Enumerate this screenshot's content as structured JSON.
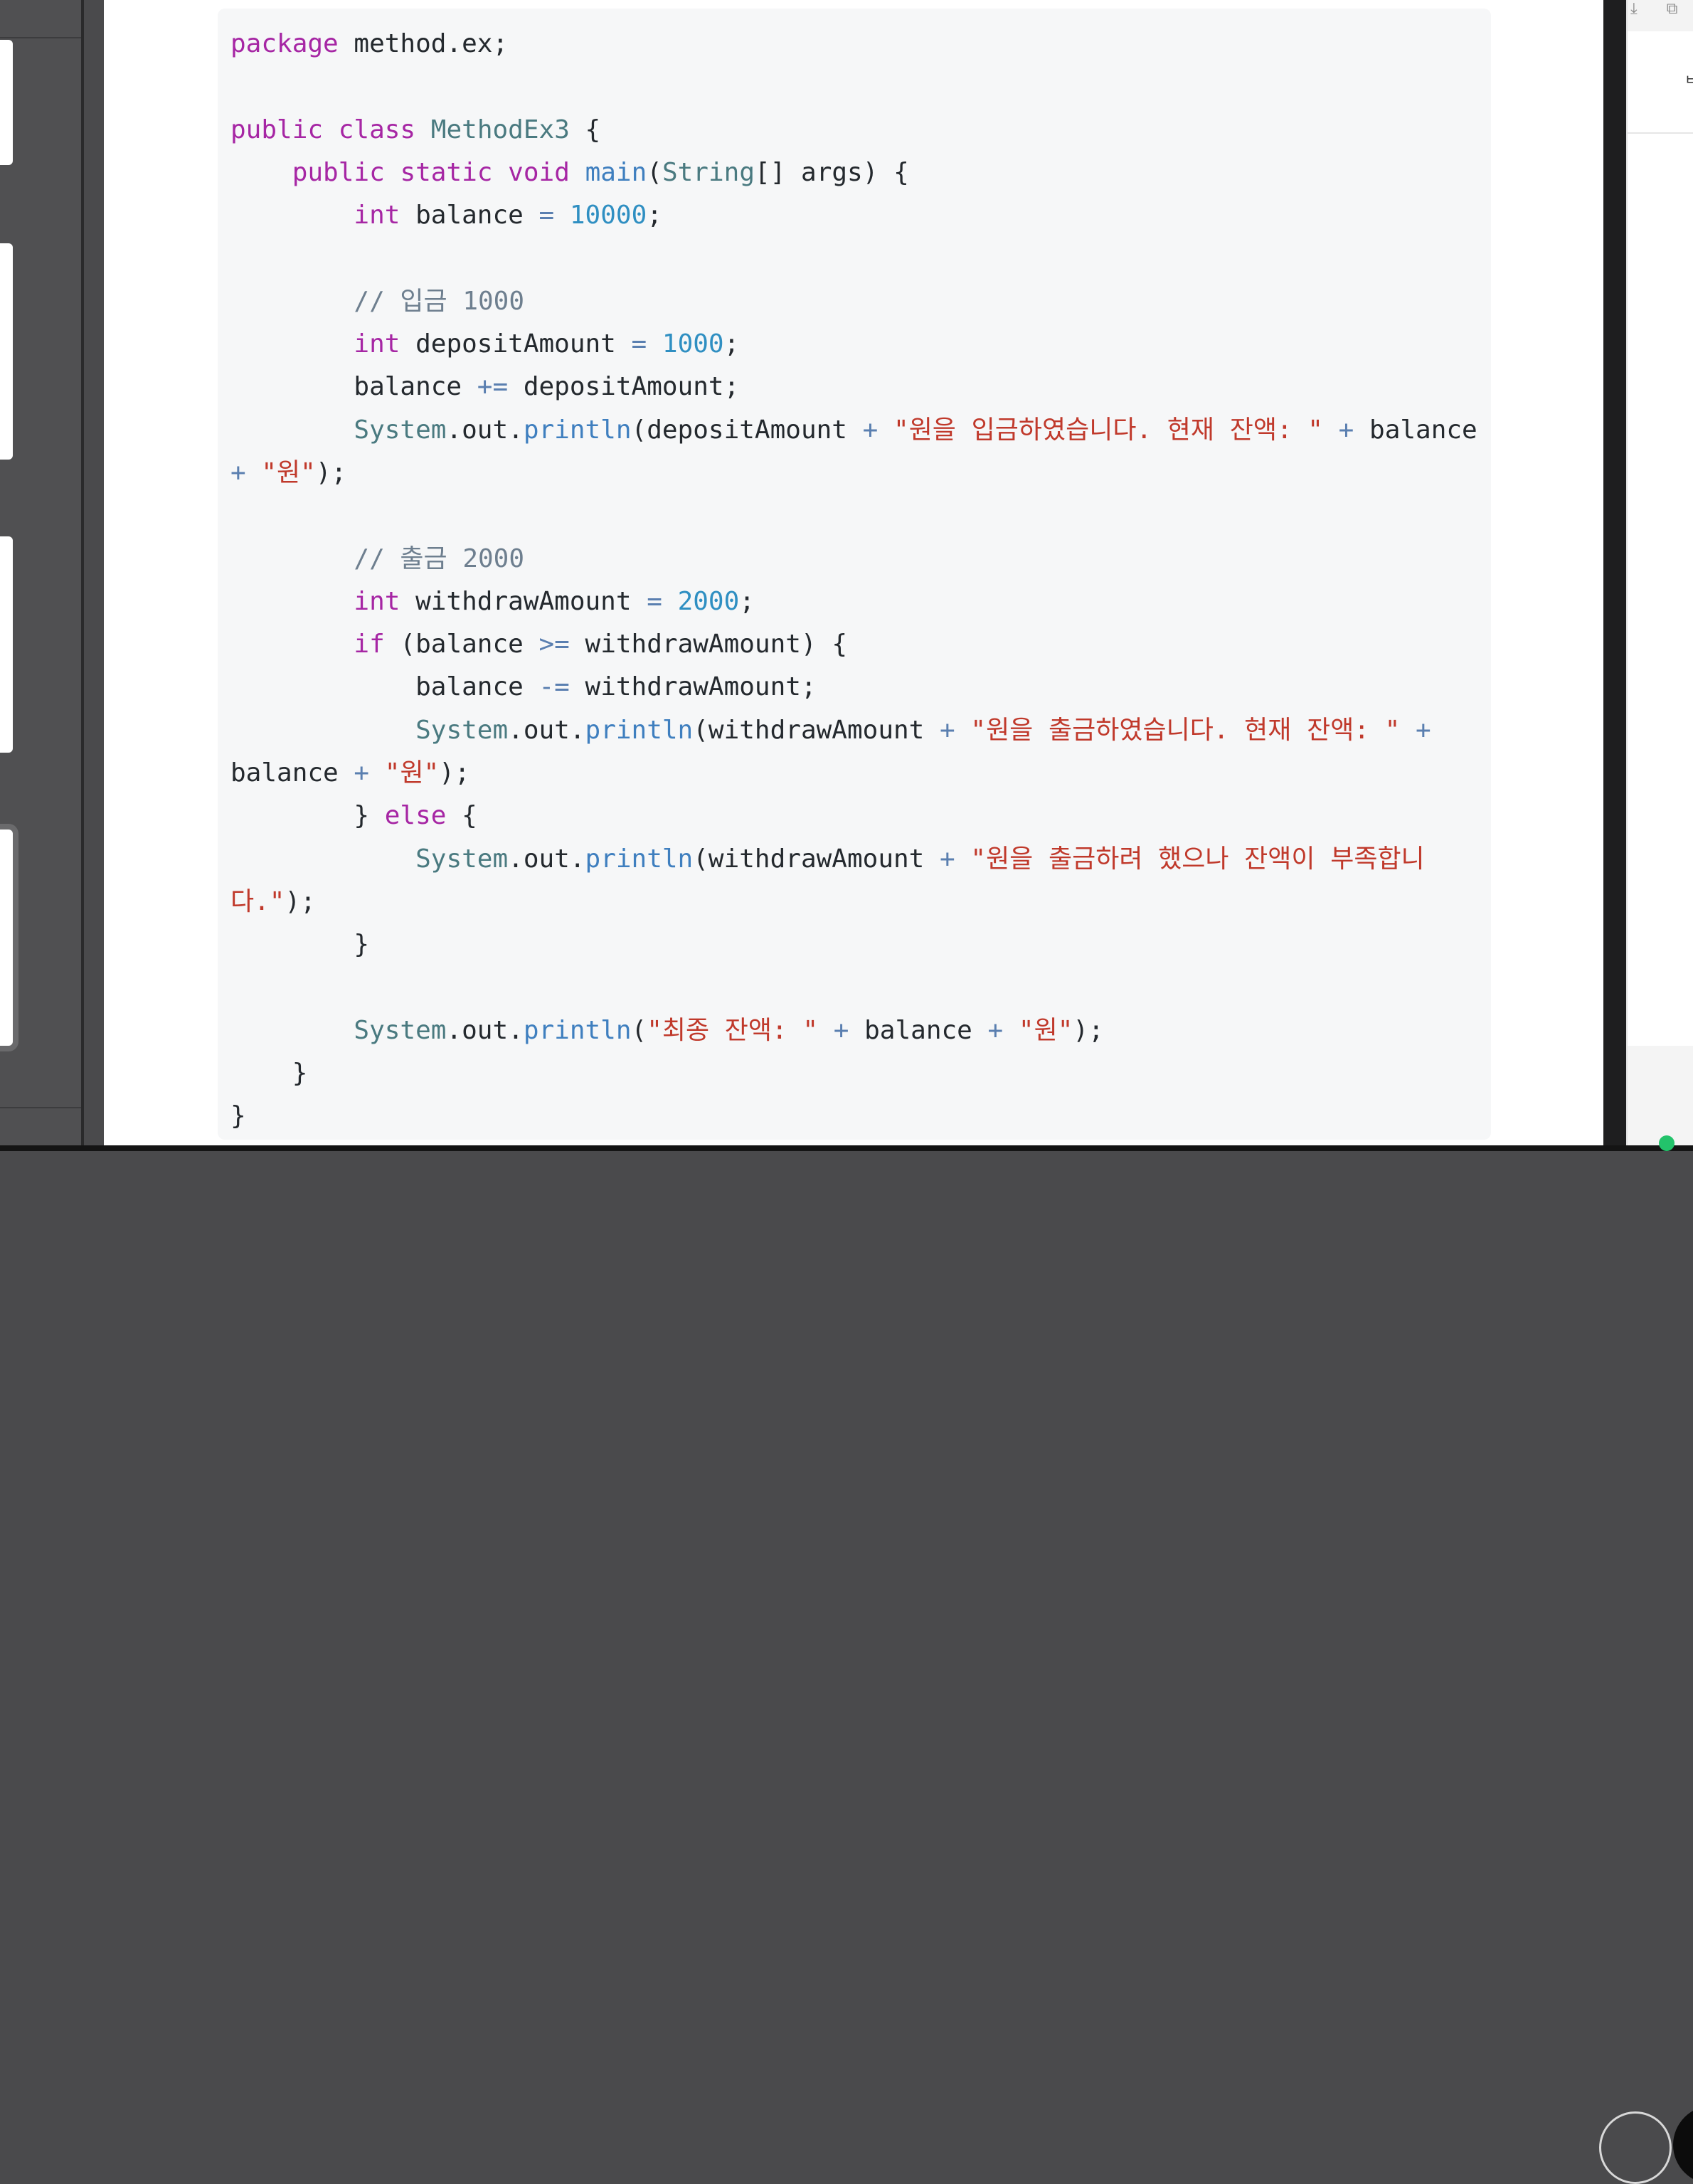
{
  "code": {
    "lines": [
      [
        {
          "t": "kw",
          "v": "package"
        },
        {
          "t": "p",
          "v": " method.ex;"
        }
      ],
      [],
      [
        {
          "t": "kw",
          "v": "public"
        },
        {
          "t": "p",
          "v": " "
        },
        {
          "t": "kw",
          "v": "class"
        },
        {
          "t": "p",
          "v": " "
        },
        {
          "t": "cls",
          "v": "MethodEx3"
        },
        {
          "t": "p",
          "v": " {"
        }
      ],
      [
        {
          "t": "p",
          "v": "    "
        },
        {
          "t": "kw",
          "v": "public"
        },
        {
          "t": "p",
          "v": " "
        },
        {
          "t": "kw",
          "v": "static"
        },
        {
          "t": "p",
          "v": " "
        },
        {
          "t": "kw",
          "v": "void"
        },
        {
          "t": "p",
          "v": " "
        },
        {
          "t": "fn",
          "v": "main"
        },
        {
          "t": "p",
          "v": "("
        },
        {
          "t": "cls",
          "v": "String"
        },
        {
          "t": "p",
          "v": "[] args) {"
        }
      ],
      [
        {
          "t": "p",
          "v": "        "
        },
        {
          "t": "kw",
          "v": "int"
        },
        {
          "t": "p",
          "v": " balance "
        },
        {
          "t": "op",
          "v": "="
        },
        {
          "t": "p",
          "v": " "
        },
        {
          "t": "num",
          "v": "10000"
        },
        {
          "t": "p",
          "v": ";"
        }
      ],
      [],
      [
        {
          "t": "p",
          "v": "        "
        },
        {
          "t": "com",
          "v": "// 입금 1000"
        }
      ],
      [
        {
          "t": "p",
          "v": "        "
        },
        {
          "t": "kw",
          "v": "int"
        },
        {
          "t": "p",
          "v": " depositAmount "
        },
        {
          "t": "op",
          "v": "="
        },
        {
          "t": "p",
          "v": " "
        },
        {
          "t": "num",
          "v": "1000"
        },
        {
          "t": "p",
          "v": ";"
        }
      ],
      [
        {
          "t": "p",
          "v": "        balance "
        },
        {
          "t": "op",
          "v": "+="
        },
        {
          "t": "p",
          "v": " depositAmount;"
        }
      ],
      [
        {
          "t": "p",
          "v": "        "
        },
        {
          "t": "cls",
          "v": "System"
        },
        {
          "t": "p",
          "v": ".out."
        },
        {
          "t": "fn",
          "v": "println"
        },
        {
          "t": "p",
          "v": "(depositAmount "
        },
        {
          "t": "op",
          "v": "+"
        },
        {
          "t": "p",
          "v": " "
        },
        {
          "t": "str",
          "v": "\"원을 입금하였습니다. 현재 잔액: \""
        },
        {
          "t": "p",
          "v": " "
        },
        {
          "t": "op",
          "v": "+"
        },
        {
          "t": "p",
          "v": " balance"
        }
      ],
      [
        {
          "t": "op",
          "v": "+"
        },
        {
          "t": "p",
          "v": " "
        },
        {
          "t": "str",
          "v": "\"원\""
        },
        {
          "t": "p",
          "v": ");"
        }
      ],
      [],
      [
        {
          "t": "p",
          "v": "        "
        },
        {
          "t": "com",
          "v": "// 출금 2000"
        }
      ],
      [
        {
          "t": "p",
          "v": "        "
        },
        {
          "t": "kw",
          "v": "int"
        },
        {
          "t": "p",
          "v": " withdrawAmount "
        },
        {
          "t": "op",
          "v": "="
        },
        {
          "t": "p",
          "v": " "
        },
        {
          "t": "num",
          "v": "2000"
        },
        {
          "t": "p",
          "v": ";"
        }
      ],
      [
        {
          "t": "p",
          "v": "        "
        },
        {
          "t": "kw",
          "v": "if"
        },
        {
          "t": "p",
          "v": " (balance "
        },
        {
          "t": "op",
          "v": ">="
        },
        {
          "t": "p",
          "v": " withdrawAmount) {"
        }
      ],
      [
        {
          "t": "p",
          "v": "            balance "
        },
        {
          "t": "op",
          "v": "-="
        },
        {
          "t": "p",
          "v": " withdrawAmount;"
        }
      ],
      [
        {
          "t": "p",
          "v": "            "
        },
        {
          "t": "cls",
          "v": "System"
        },
        {
          "t": "p",
          "v": ".out."
        },
        {
          "t": "fn",
          "v": "println"
        },
        {
          "t": "p",
          "v": "(withdrawAmount "
        },
        {
          "t": "op",
          "v": "+"
        },
        {
          "t": "p",
          "v": " "
        },
        {
          "t": "str",
          "v": "\"원을 출금하였습니다. 현재 잔액: \""
        },
        {
          "t": "p",
          "v": " "
        },
        {
          "t": "op",
          "v": "+"
        }
      ],
      [
        {
          "t": "p",
          "v": "balance "
        },
        {
          "t": "op",
          "v": "+"
        },
        {
          "t": "p",
          "v": " "
        },
        {
          "t": "str",
          "v": "\"원\""
        },
        {
          "t": "p",
          "v": ");"
        }
      ],
      [
        {
          "t": "p",
          "v": "        } "
        },
        {
          "t": "kw",
          "v": "else"
        },
        {
          "t": "p",
          "v": " {"
        }
      ],
      [
        {
          "t": "p",
          "v": "            "
        },
        {
          "t": "cls",
          "v": "System"
        },
        {
          "t": "p",
          "v": ".out."
        },
        {
          "t": "fn",
          "v": "println"
        },
        {
          "t": "p",
          "v": "(withdrawAmount "
        },
        {
          "t": "op",
          "v": "+"
        },
        {
          "t": "p",
          "v": " "
        },
        {
          "t": "str",
          "v": "\"원을 출금하려 했으나 잔액이 부족합니"
        }
      ],
      [
        {
          "t": "str",
          "v": "다.\""
        },
        {
          "t": "p",
          "v": ");"
        }
      ],
      [
        {
          "t": "p",
          "v": "        }"
        }
      ],
      [],
      [
        {
          "t": "p",
          "v": "        "
        },
        {
          "t": "cls",
          "v": "System"
        },
        {
          "t": "p",
          "v": ".out."
        },
        {
          "t": "fn",
          "v": "println"
        },
        {
          "t": "p",
          "v": "("
        },
        {
          "t": "str",
          "v": "\"최종 잔액: \""
        },
        {
          "t": "p",
          "v": " "
        },
        {
          "t": "op",
          "v": "+"
        },
        {
          "t": "p",
          "v": " balance "
        },
        {
          "t": "op",
          "v": "+"
        },
        {
          "t": "p",
          "v": " "
        },
        {
          "t": "str",
          "v": "\"원\""
        },
        {
          "t": "p",
          "v": ");"
        }
      ],
      [
        {
          "t": "p",
          "v": "    }"
        }
      ],
      [
        {
          "t": "p",
          "v": "}"
        }
      ]
    ]
  },
  "right_panel": {
    "glyph": "ㅂ",
    "download_icon": "download-icon",
    "window_icon": "window-icon"
  }
}
